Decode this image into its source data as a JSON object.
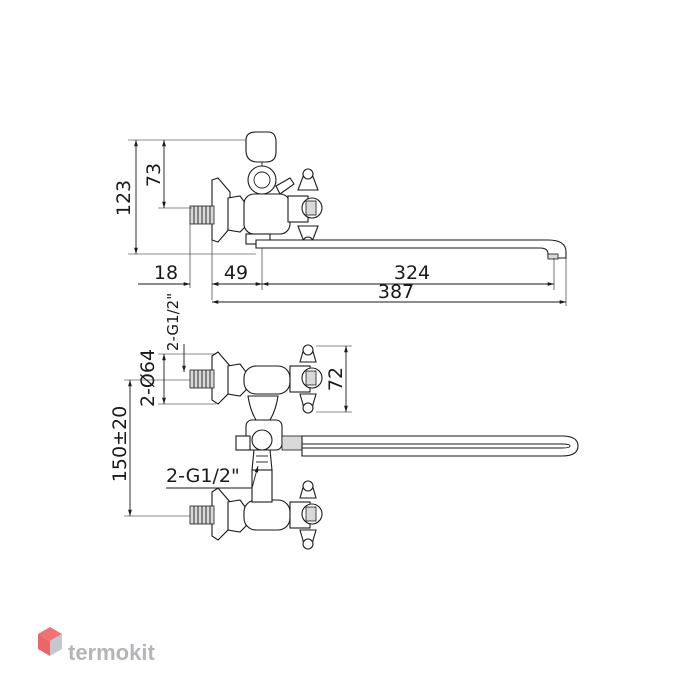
{
  "side_view": {
    "dims": {
      "height_total": "123",
      "height_upper": "73",
      "width_thread": "18",
      "width_body": "49",
      "width_spout": "324",
      "width_total": "387"
    },
    "thread_label": "2-G1/2\""
  },
  "front_view": {
    "dims": {
      "flange_diameter": "2-Ø64",
      "handle_height": "72",
      "center_distance": "150±20",
      "thread_mid": "2-G1/2\""
    }
  },
  "watermark": {
    "text": "termokit",
    "colors": {
      "top": "#f05a5b",
      "left": "#e84c4d",
      "right": "#b8bfc8"
    }
  }
}
